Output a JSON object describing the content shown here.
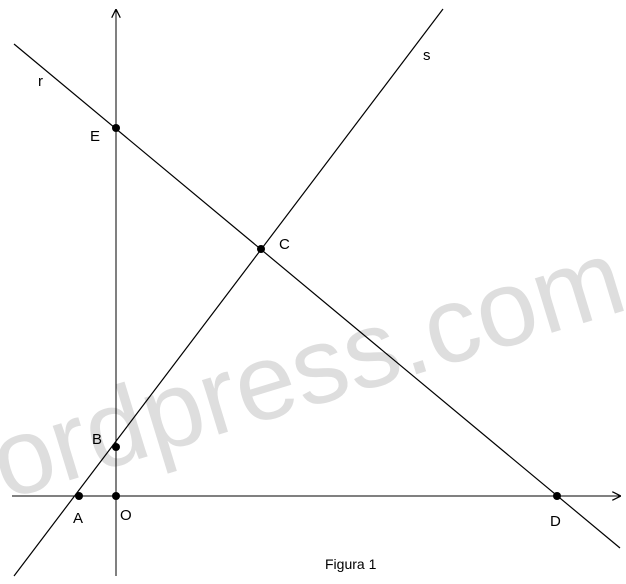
{
  "figure": {
    "caption": "Figura 1",
    "watermark": "ordpress.com",
    "line_labels": {
      "r": "r",
      "s": "s"
    },
    "points": {
      "A": "A",
      "O": "O",
      "B": "B",
      "C": "C",
      "D": "D",
      "E": "E"
    }
  },
  "colors": {
    "ink": "#000000",
    "watermark": "#d4d4d4",
    "background": "#ffffff"
  }
}
